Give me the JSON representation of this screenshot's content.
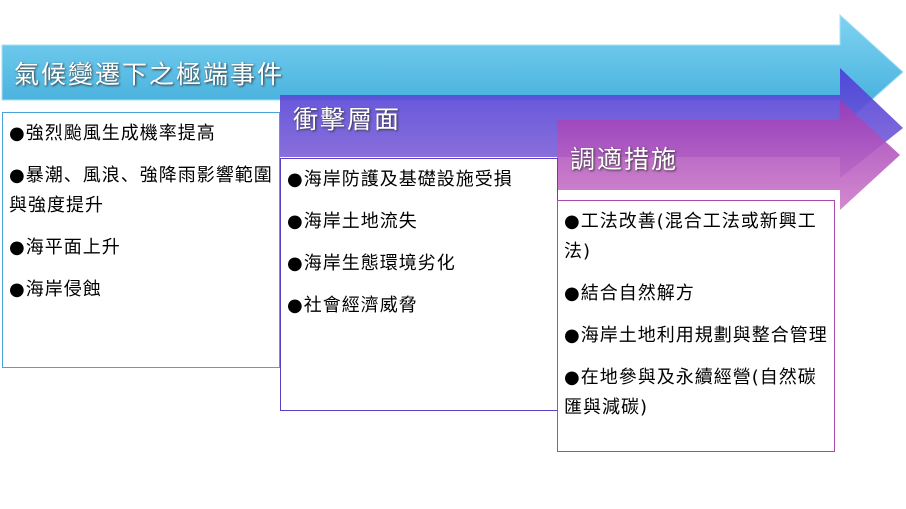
{
  "colors": {
    "arrow1": "#4fb8e3",
    "arrow2": "#6a4fd6",
    "arrow3": "#b05cc0"
  },
  "stage1": {
    "title": "氣候變遷下之極端事件",
    "items": [
      "●強烈颱風生成機率提高",
      "●暴潮、風浪、強降雨影響範圍與強度提升",
      "●海平面上升",
      "●海岸侵蝕"
    ]
  },
  "stage2": {
    "title": "衝擊層面",
    "items": [
      "●海岸防護及基礎設施受損",
      "●海岸土地流失",
      "●海岸生態環境劣化",
      "●社會經濟威脅"
    ]
  },
  "stage3": {
    "title": "調適措施",
    "items": [
      "●工法改善(混合工法或新興工法)",
      "●結合自然解方",
      "●海岸土地利用規劃與整合管理",
      "●在地參與及永續經營(自然碳匯與減碳)"
    ]
  }
}
